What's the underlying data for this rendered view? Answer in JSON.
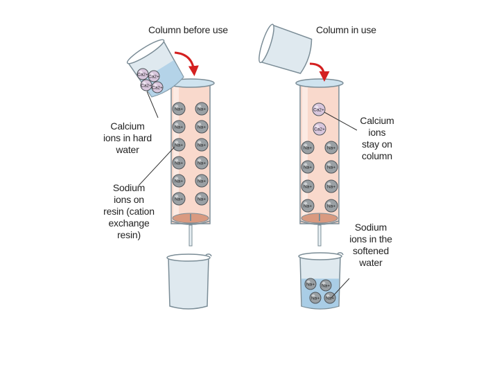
{
  "colors": {
    "glass": "#dfe9ef",
    "glass_edge": "#7a8c96",
    "column_fill": "#f9d9cc",
    "resin_base": "#d99a80",
    "water": "#a9cde6",
    "arrow": "#d42020",
    "ion_na": "#9aa0a4",
    "ion_ca": "#d8c6dc"
  },
  "icons": {
    "sodium_ion": "Na+ sphere",
    "calcium_ion": "Ca2+ sphere"
  },
  "ions": {
    "sodium": "Na+",
    "calcium": "Ca2+"
  },
  "labels": {
    "column_before": "Column before use",
    "column_in_use": "Column in use",
    "calcium_hard_water": [
      "Calcium",
      "ions in hard",
      "water"
    ],
    "sodium_resin": [
      "Sodium",
      "ions on",
      "resin (cation",
      "exchange",
      "resin)"
    ],
    "calcium_stay": [
      "Calcium",
      "ions",
      "stay on",
      "column"
    ],
    "sodium_softened": [
      "Sodium",
      "ions in the",
      "softened",
      "water"
    ]
  }
}
